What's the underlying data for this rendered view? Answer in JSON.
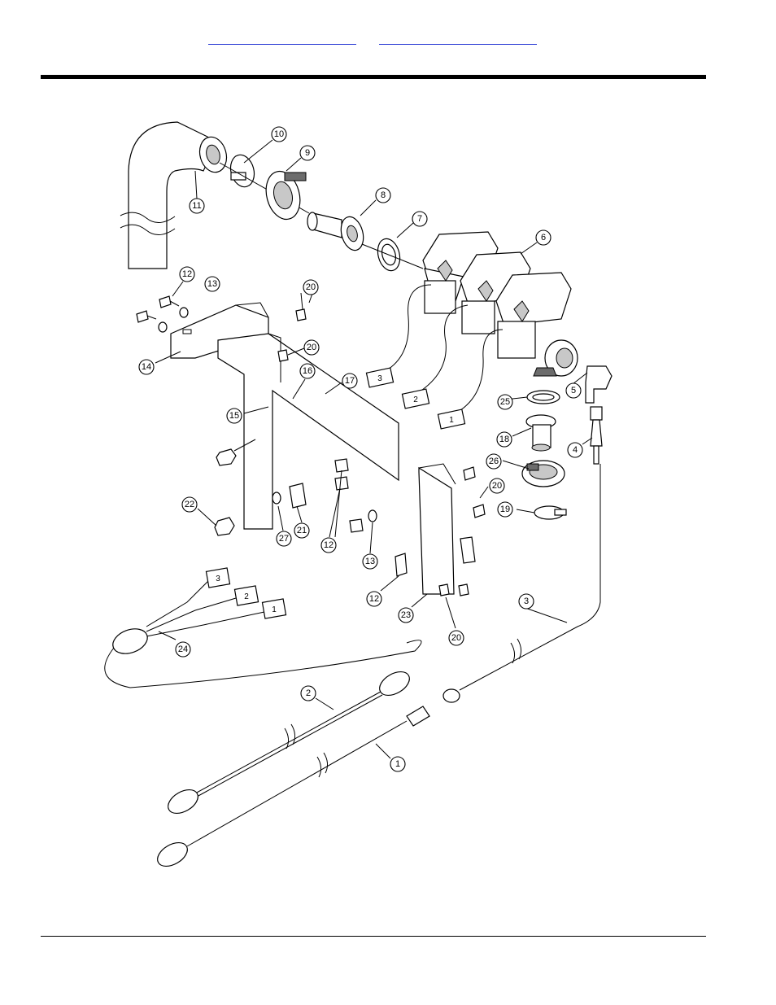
{
  "header": {
    "link_left": "",
    "link_right": ""
  },
  "callouts": [
    {
      "n": "10"
    },
    {
      "n": "9"
    },
    {
      "n": "11"
    },
    {
      "n": "8"
    },
    {
      "n": "7"
    },
    {
      "n": "6"
    },
    {
      "n": "12"
    },
    {
      "n": "13"
    },
    {
      "n": "20"
    },
    {
      "n": "20"
    },
    {
      "n": "14"
    },
    {
      "n": "16"
    },
    {
      "n": "17"
    },
    {
      "n": "15"
    },
    {
      "n": "25"
    },
    {
      "n": "5"
    },
    {
      "n": "18"
    },
    {
      "n": "4"
    },
    {
      "n": "26"
    },
    {
      "n": "20"
    },
    {
      "n": "19"
    },
    {
      "n": "22"
    },
    {
      "n": "27"
    },
    {
      "n": "21"
    },
    {
      "n": "12"
    },
    {
      "n": "13"
    },
    {
      "n": "12"
    },
    {
      "n": "23"
    },
    {
      "n": "20"
    },
    {
      "n": "3"
    },
    {
      "n": "24"
    },
    {
      "n": "2"
    },
    {
      "n": "1"
    }
  ],
  "connector_tags": [
    "3",
    "2",
    "1"
  ],
  "harness_tags": [
    "3",
    "2",
    "1"
  ]
}
